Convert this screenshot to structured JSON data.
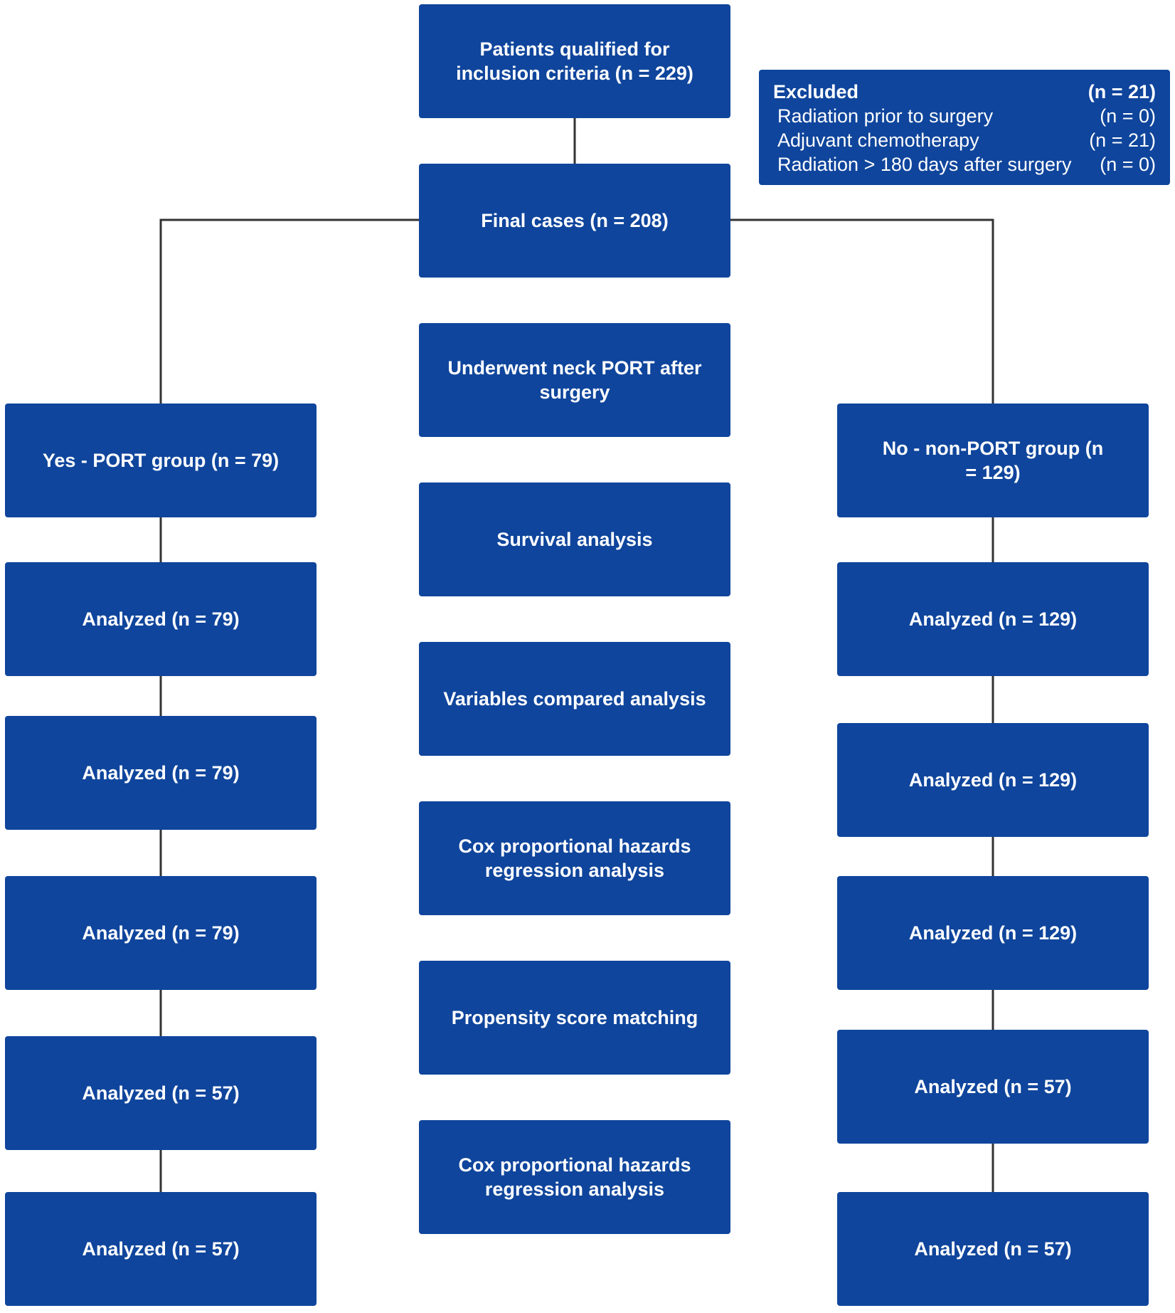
{
  "top_box": "Patients qualified for inclusion criteria (n = 229)",
  "excluded": {
    "title": "Excluded",
    "total": "(n = 21)",
    "reasons": [
      {
        "label": "Radiation prior to surgery",
        "count": "(n = 0)"
      },
      {
        "label": "Adjuvant chemotherapy",
        "count": "(n = 21)"
      },
      {
        "label": "Radiation > 180 days after surgery",
        "count": "(n = 0)"
      }
    ]
  },
  "final_box": "Final cases (n = 208)",
  "center_steps": [
    "Underwent neck PORT after surgery",
    "Survival analysis",
    "Variables compared analysis",
    "Cox proportional hazards regression analysis",
    "Propensity score matching",
    "Cox proportional hazards regression analysis"
  ],
  "left_group": {
    "title": "Yes - PORT group (n = 79)",
    "steps": [
      "Analyzed (n = 79)",
      "Analyzed (n = 79)",
      "Analyzed (n = 79)",
      "Analyzed (n = 57)",
      "Analyzed (n = 57)"
    ]
  },
  "right_group": {
    "title": "No - non-PORT group (n = 129)",
    "steps": [
      "Analyzed (n = 129)",
      "Analyzed (n = 129)",
      "Analyzed (n = 129)",
      "Analyzed (n = 57)",
      "Analyzed (n = 57)"
    ]
  },
  "colors": {
    "box": "#0f459c",
    "line": "#333333",
    "text": "#ffffff"
  }
}
